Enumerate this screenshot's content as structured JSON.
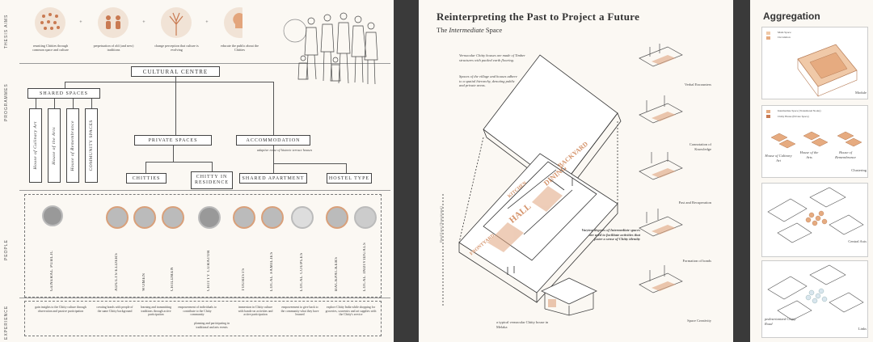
{
  "panel1": {
    "row_labels": {
      "aims": "THESIS AIMS",
      "programmes": "PROGRAMMES",
      "people": "PEOPLE",
      "experience": "EXPERIENCE"
    },
    "aims": [
      "reuniting Chitties through common space and culture",
      "perpetuation of old (and new) traditions",
      "change perception that culture is evolving",
      "educate the public about the Chitties"
    ],
    "aim_ops": [
      "+",
      "+",
      "+"
    ],
    "cultural_centre": "CULTURAL CENTRE",
    "shared_spaces": "SHARED SPACES",
    "shared_children": [
      "House of Culinary Art",
      "House of the Arts",
      "House of Remembrance",
      "COMMUNITY SPACES"
    ],
    "private_spaces": "PRIVATE SPACES",
    "accommodation": "ACCOMMODATION",
    "accommodation_note": "adaptive reuse of historic terrace houses",
    "chitties": "CHITTIES",
    "chitty_in_residence": "CHITTY IN RESIDENCE",
    "shared_apartment": "SHARED APARTMENT",
    "hostel_type": "HOSTEL TYPE",
    "people": [
      "GENERAL PUBLIC",
      "ADULTS/ELDERS",
      "WOMEN",
      "CHILDREN",
      "CHITTY CURATOR",
      "TOURISTS",
      "LOCAL FAMILIES",
      "LOCAL COUPLES",
      "BACKPACKERS",
      "LOCAL INDIVIDUALS"
    ],
    "experience": [
      "gain insights to the Chitty culture through observation and passive participation",
      "creating bonds with people of the same Chitty background",
      "learning and transmitting traditions through active participation",
      "empowerment of individuals to contribute to the Chitty community",
      "planning and participating in traditional and arts events",
      "immersion in Chitty culture with hands-on activities and active participation",
      "empowerment to give back to the community what they have learned",
      "explore Chitty India while shopping for groceries, souvenirs and art supplies with the Chitty's service"
    ]
  },
  "panel2": {
    "title": "Reinterpreting the Past to Project a Future",
    "subtitle_pre": "The ",
    "subtitle_em": "Intermediate",
    "subtitle_post": " Space",
    "note1": "Vernacular Chitty houses are made of Timber structures with packed earth flooring.",
    "note2": "Spaces of the village and houses adhere to a spatial hierarchy, denoting public and private areas.",
    "room_labels": [
      "BACKYARD",
      "DINING",
      "KITCHEN",
      "HALL",
      "FRONTYARD"
    ],
    "dim_label": "Roof Eave (Transitional)",
    "caption_degrees": "Varying degrees of Intermediate spaces are used to facilitate activities that foster a sense of Chitty identity",
    "caption_house": "a typical vernacular Chitty house in Melaka",
    "vignettes": [
      "Verbal Encounters",
      "Connotation of Knowledge",
      "Past and Recuperation",
      "Formation of bonds",
      "Space Creativity"
    ]
  },
  "panel3": {
    "title": "Aggregation",
    "legend1": [
      "Main Space",
      "Circulation"
    ],
    "labels": [
      "Module",
      "Clustering",
      "Central Axis",
      "Links"
    ],
    "legend2": [
      "Intermediate Space (Transitional Nodes)",
      "Chitty House (Private Space)"
    ],
    "cluster_labels": [
      "House of Culinary Art",
      "House of the Arts",
      "House of Remembrance"
    ],
    "links_caption": "pedestrianized Chitty Road"
  },
  "colors": {
    "accent": "#d9a07a",
    "bg": "#fbf8f3",
    "dark": "#3a3a3a"
  }
}
